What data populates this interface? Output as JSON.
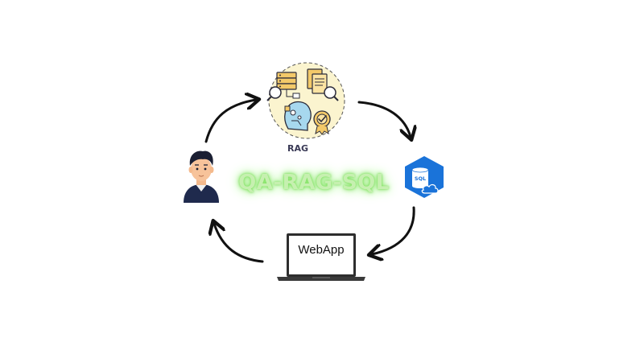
{
  "diagram": {
    "title": "QA-RAG-SQL",
    "nodes": {
      "rag": {
        "label": "RAG"
      },
      "webapp": {
        "label": "WebApp"
      },
      "sql": {
        "badge": "SQL"
      }
    },
    "icons": {
      "user": "user-avatar-icon",
      "rag": "rag-illustration-icon",
      "sql": "sql-database-cloud-icon",
      "webapp": "laptop-icon"
    },
    "colors": {
      "title_glow": "#7be05a",
      "sql_hexagon": "#1a73d9",
      "rag_circle": "#fbf4cf",
      "arrows": "#111111"
    }
  }
}
